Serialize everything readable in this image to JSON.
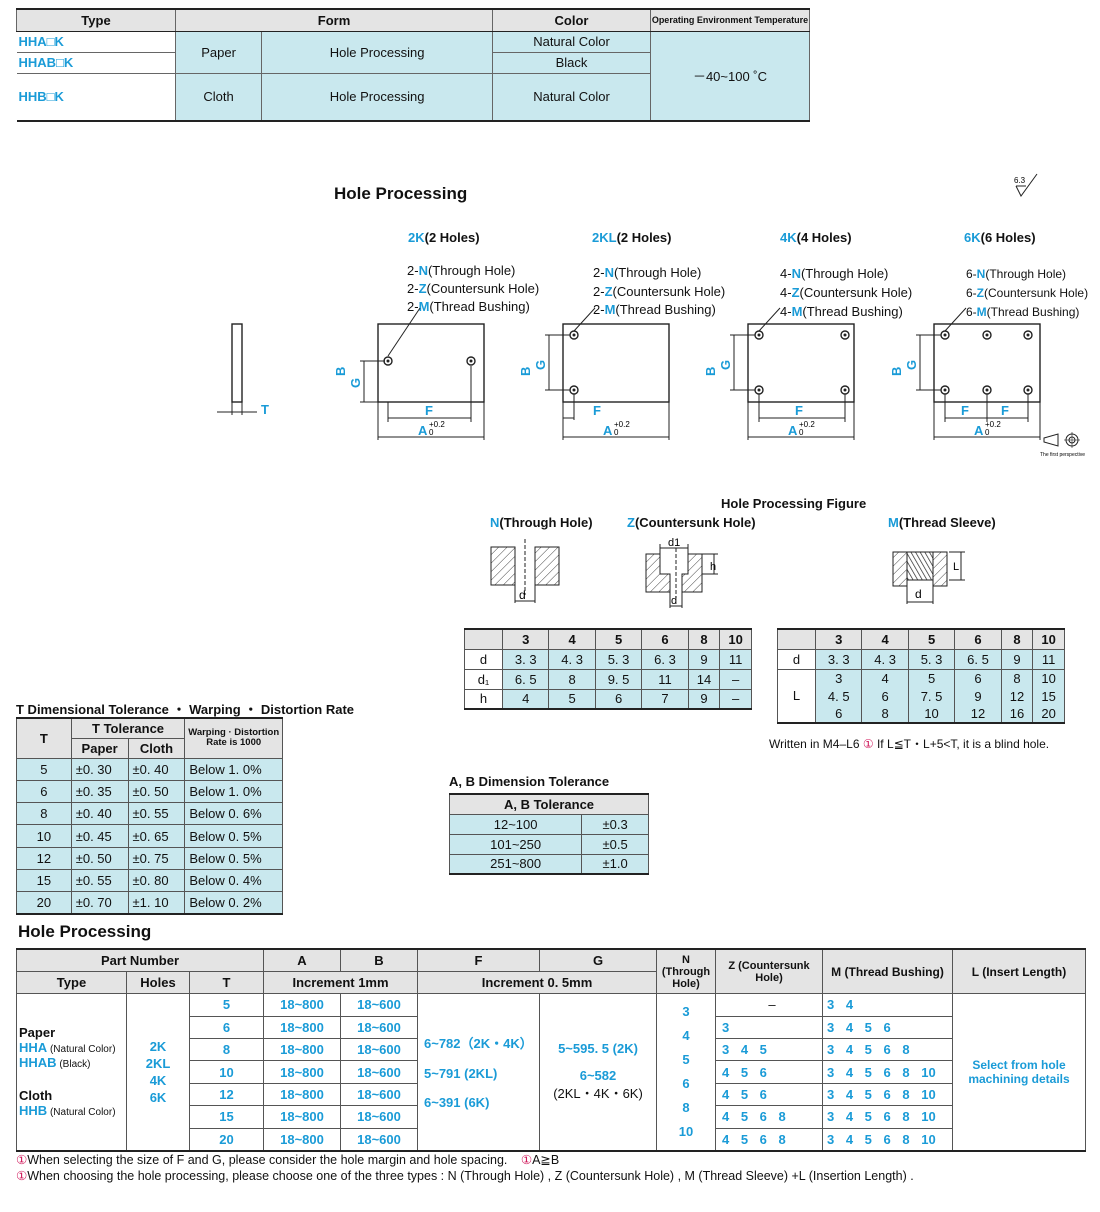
{
  "spec": {
    "headers": [
      "Type",
      "Form",
      "Color",
      "Operating Environment Temperature"
    ],
    "types": [
      "HHA□K",
      "HHAB□K",
      "HHB□K"
    ],
    "paper": "Paper",
    "cloth": "Cloth",
    "hole_processing": "Hole Processing",
    "natural_color": "Natural Color",
    "black": "Black",
    "temperature": "－40~100 ˚C"
  },
  "section_title": "Hole Processing",
  "roughness": "6.3",
  "diagrams": {
    "t_label": "T",
    "items": [
      {
        "code": "2K",
        "desc": "(2 Holes)",
        "lines": [
          "2-|N|(Through Hole)",
          "2-|Z|(Countersunk Hole)",
          "2-|M|(Thread Bushing)"
        ]
      },
      {
        "code": "2KL",
        "desc": "(2 Holes)",
        "lines": [
          "2-|N|(Through Hole)",
          "2-|Z|(Countersunk Hole)",
          "2-|M|(Thread Bushing)"
        ]
      },
      {
        "code": "4K",
        "desc": "(4 Holes)",
        "lines": [
          "4-|N|(Through Hole)",
          "4-|Z|(Countersunk Hole)",
          "4-|M|(Thread Bushing)"
        ]
      },
      {
        "code": "6K",
        "desc": "(6 Holes)",
        "lines": [
          "6-|N|(Through Hole)",
          "6-|Z|(Countersunk Hole)",
          "6-|M|(Thread Bushing)"
        ]
      }
    ],
    "f": "F",
    "g": "G",
    "a": "A",
    "b": "B",
    "tol": "+0.2",
    "zero": "0",
    "projection_caption": "The first perspective"
  },
  "hole_figure": {
    "title": "Hole Processing Figure",
    "n_code": "N",
    "n_label": "(Through Hole)",
    "z_code": "Z",
    "z_label": "(Countersunk Hole)",
    "m_code": "M",
    "m_label": "(Thread Sleeve)",
    "d": "d",
    "d1": "d1",
    "h": "h",
    "l": "L"
  },
  "nz_table": {
    "header": [
      "3",
      "4",
      "5",
      "6",
      "8",
      "10"
    ],
    "rows": [
      {
        "label": "d",
        "values": [
          "3. 3",
          "4. 3",
          "5. 3",
          "6. 3",
          "9",
          "11"
        ]
      },
      {
        "label": "d₁",
        "values": [
          "6. 5",
          "8",
          "9. 5",
          "11",
          "14",
          "–"
        ]
      },
      {
        "label": "h",
        "values": [
          "4",
          "5",
          "6",
          "7",
          "9",
          "–"
        ]
      }
    ]
  },
  "m_table": {
    "header": [
      "3",
      "4",
      "5",
      "6",
      "8",
      "10"
    ],
    "d_label": "d",
    "d_values": [
      "3. 3",
      "4. 3",
      "5. 3",
      "6. 5",
      "9",
      "11"
    ],
    "l_label": "L",
    "l_rows": [
      [
        "3",
        "4",
        "5",
        "6",
        "8",
        "10"
      ],
      [
        "4. 5",
        "6",
        "7. 5",
        "9",
        "12",
        "15"
      ],
      [
        "6",
        "8",
        "10",
        "12",
        "16",
        "20"
      ]
    ],
    "note_prefix": "Written in M4–L6",
    "note_suffix": "If L≦T・L+5<T,  it is a blind hole."
  },
  "t_tolerance": {
    "title": "T Dimensional Tolerance ・ Warping ・ Distortion Rate",
    "h_t": "T",
    "h_tol": "T Tolerance",
    "h_paper": "Paper",
    "h_cloth": "Cloth",
    "h_warp": "Warping · Distortion Rate is 1000",
    "rows": [
      [
        "5",
        "±0. 30",
        "±0. 40",
        "Below 1. 0%"
      ],
      [
        "6",
        "±0. 35",
        "±0. 50",
        "Below 1. 0%"
      ],
      [
        "8",
        "±0. 40",
        "±0. 55",
        "Below 0. 6%"
      ],
      [
        "10",
        "±0. 45",
        "±0. 65",
        "Below 0. 5%"
      ],
      [
        "12",
        "±0. 50",
        "±0. 75",
        "Below 0. 5%"
      ],
      [
        "15",
        "±0. 55",
        "±0. 80",
        "Below 0. 4%"
      ],
      [
        "20",
        "±0. 70",
        "±1. 10",
        "Below 0. 2%"
      ]
    ]
  },
  "ab_tolerance": {
    "title": "A, B Dimension Tolerance",
    "header": "A, B Tolerance",
    "rows": [
      [
        "12~100",
        "±0.3"
      ],
      [
        "101~250",
        "±0.5"
      ],
      [
        "251~800",
        "±1.0"
      ]
    ]
  },
  "main_title": "Hole Processing",
  "main": {
    "h_part": "Part Number",
    "h_a": "A",
    "h_b": "B",
    "h_f": "F",
    "h_g": "G",
    "h_n": "N (Through Hole)",
    "h_z": "Z (Countersunk Hole)",
    "h_m": "M (Thread Bushing)",
    "h_l": "L (Insert Length)",
    "h_type": "Type",
    "h_holes": "Holes",
    "h_t": "T",
    "h_inc1": "Increment 1mm",
    "h_inc05": "Increment 0. 5mm",
    "type_paper": "Paper",
    "type_hha": "HHA",
    "type_hha_note": "(Natural Color)",
    "type_hhab": "HHAB",
    "type_hhab_note": "(Black)",
    "type_cloth": "Cloth",
    "type_hhb": "HHB",
    "type_hhb_note": "(Natural Color)",
    "holes": [
      "2K",
      "2KL",
      "4K",
      "6K"
    ],
    "f_values": [
      "6~782（2K・4K）",
      "5~791 (2KL)",
      "6~391 (6K)"
    ],
    "g_values": [
      "5~595. 5 (2K)",
      "6~582",
      "(2KL・4K・6K)"
    ],
    "n_values": [
      "3",
      "4",
      "5",
      "6",
      "8",
      "10"
    ],
    "l_text": "Select from hole machining details",
    "rows": [
      {
        "t": "5",
        "a": "18~800",
        "b": "18~600",
        "z": "–",
        "m": "3 4"
      },
      {
        "t": "6",
        "a": "18~800",
        "b": "18~600",
        "z": "3",
        "m": "3 4 5 6"
      },
      {
        "t": "8",
        "a": "18~800",
        "b": "18~600",
        "z": "3 4 5",
        "m": "3 4 5 6 8"
      },
      {
        "t": "10",
        "a": "18~800",
        "b": "18~600",
        "z": "4 5 6",
        "m": "3 4 5 6 8 10"
      },
      {
        "t": "12",
        "a": "18~800",
        "b": "18~600",
        "z": "4 5 6",
        "m": "3 4 5 6 8 10"
      },
      {
        "t": "15",
        "a": "18~800",
        "b": "18~600",
        "z": "4 5 6 8",
        "m": "3 4 5 6 8 10"
      },
      {
        "t": "20",
        "a": "18~800",
        "b": "18~600",
        "z": "4 5 6 8",
        "m": "3 4 5 6 8 10"
      }
    ]
  },
  "notes": [
    "When selecting the size of F and G,  please consider the hole margin and hole spacing.",
    "A≧B",
    "When choosing the hole processing,  please choose one of the three types : N (Through Hole) , Z (Countersunk Hole) , M (Thread Sleeve) +L (Insertion Length) ."
  ]
}
